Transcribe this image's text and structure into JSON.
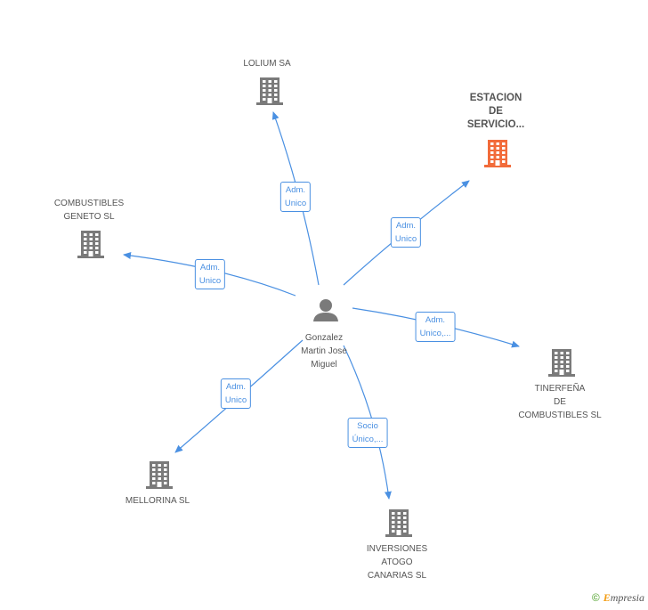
{
  "diagram": {
    "center": {
      "name": "Gonzalez\nMartin Jose\nMiguel"
    },
    "companies": [
      {
        "id": "lolium",
        "name": "LOLIUM SA",
        "highlight": false
      },
      {
        "id": "estacion",
        "name": "ESTACION\nDE\nSERVICIO...",
        "highlight": true
      },
      {
        "id": "geneto",
        "name": "COMBUSTIBLES\nGENETO  SL",
        "highlight": false
      },
      {
        "id": "tinerfena",
        "name": "TINERFEÑA\nDE\nCOMBUSTIBLES SL",
        "highlight": false
      },
      {
        "id": "mellorina",
        "name": "MELLORINA  SL",
        "highlight": false
      },
      {
        "id": "atogo",
        "name": "INVERSIONES\nATOGO\nCANARIAS  SL",
        "highlight": false
      }
    ],
    "relations": [
      {
        "to": "lolium",
        "label": "Adm.\nUnico"
      },
      {
        "to": "estacion",
        "label": "Adm.\nUnico"
      },
      {
        "to": "geneto",
        "label": "Adm.\nUnico"
      },
      {
        "to": "tinerfena",
        "label": "Adm.\nUnico,..."
      },
      {
        "to": "mellorina",
        "label": "Adm.\nUnico"
      },
      {
        "to": "atogo",
        "label": "Socio\nÚnico,..."
      }
    ]
  },
  "colors": {
    "edge": "#4a90e2",
    "building": "#7a7a7a",
    "building_highlight": "#f26b3a",
    "person": "#7a7a7a"
  },
  "footer": {
    "copyright_symbol": "©",
    "brand": "Empresia"
  }
}
